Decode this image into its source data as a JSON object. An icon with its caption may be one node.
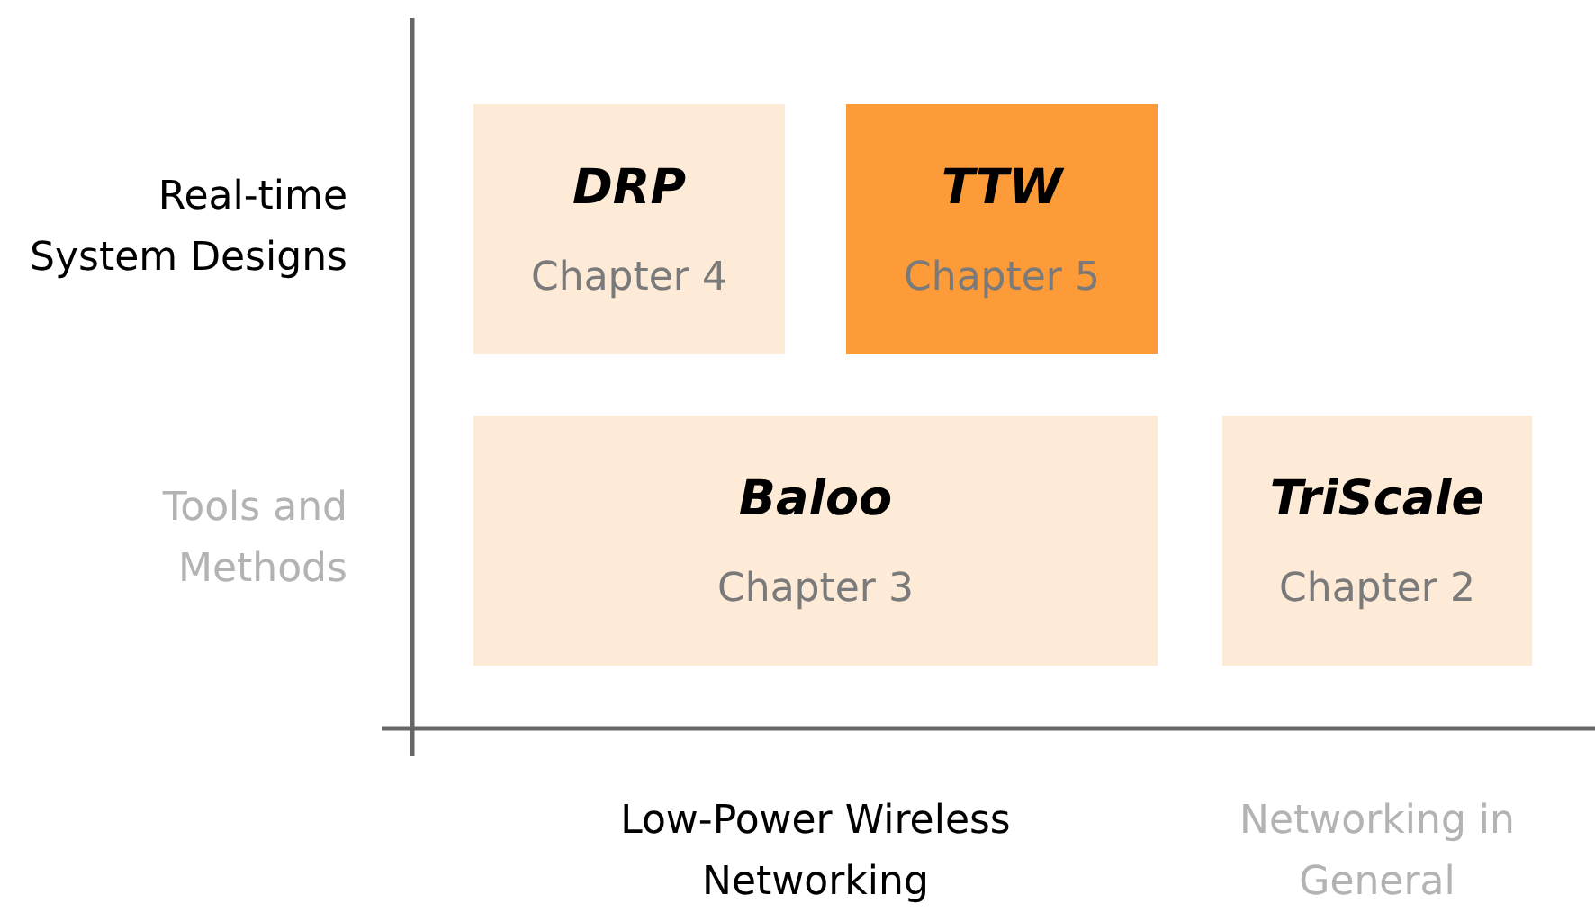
{
  "diagram": {
    "nodes": [
      {
        "text": [
          "DRP",
          "Chapter 4"
        ]
      },
      {
        "text": [
          "TTW",
          "Chapter 5"
        ]
      },
      {
        "text": [
          "Baloo",
          "Chapter 3"
        ]
      },
      {
        "text": [
          "TriScale",
          "Chapter 2"
        ]
      }
    ],
    "labels": [
      "Real-time System Designs",
      "Tools and Methods",
      "Low-Power Wireless Networking",
      "Networking in General"
    ]
  }
}
